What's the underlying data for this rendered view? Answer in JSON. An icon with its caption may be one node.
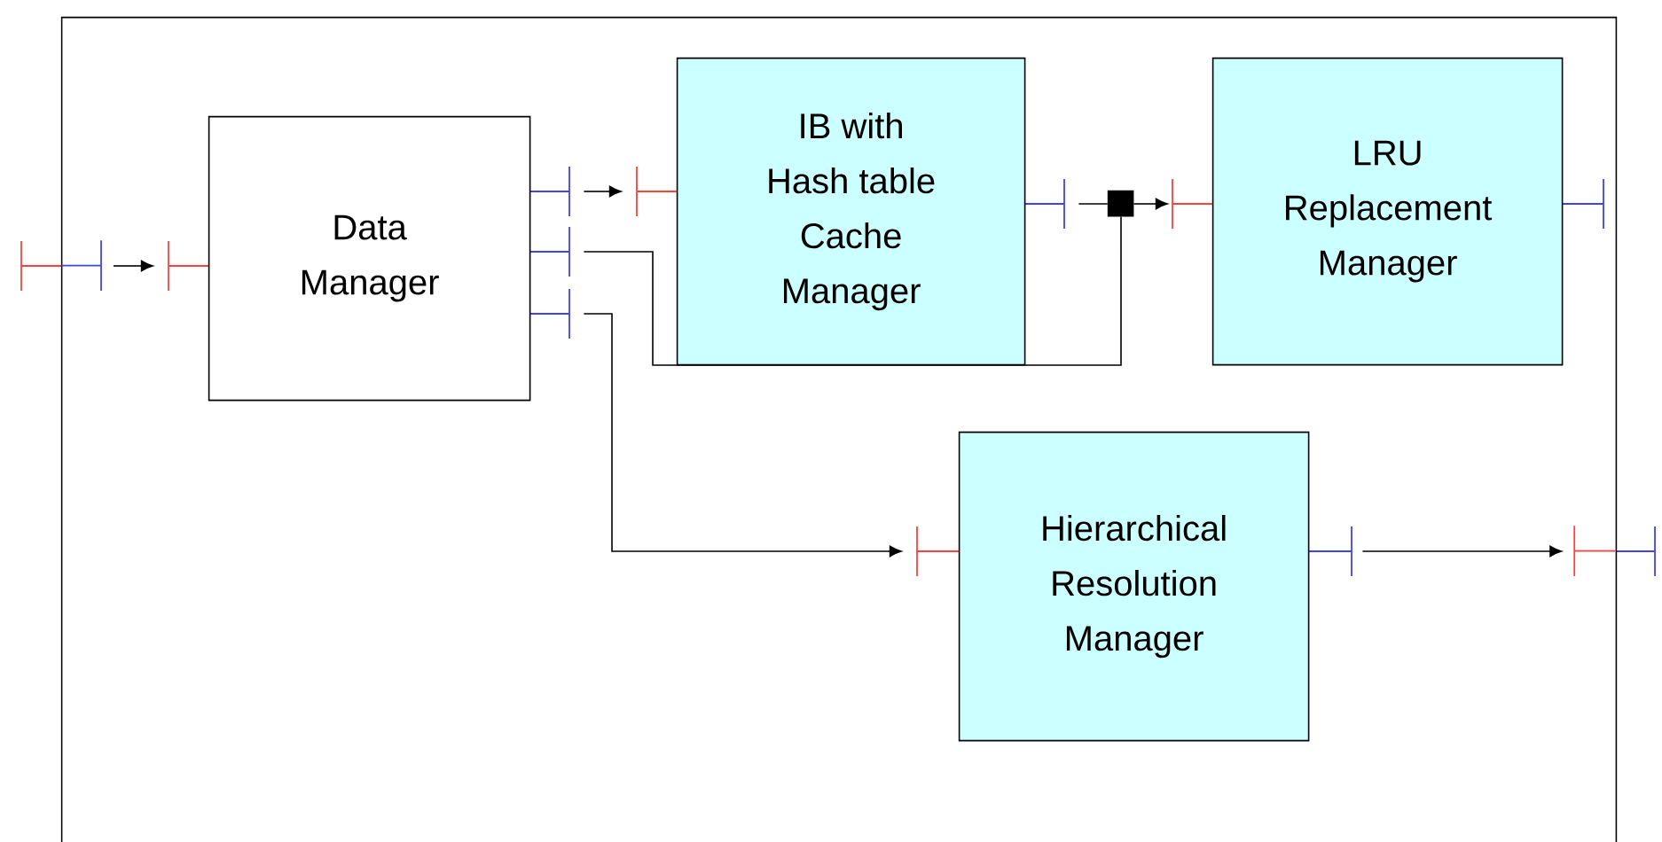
{
  "diagram": {
    "nodes": [
      {
        "text": [],
        "shape": "box"
      },
      {
        "text": [
          "Data Manager"
        ],
        "in": 0
      },
      {
        "text": [
          "IB with Hash table Cache Manager"
        ],
        "in": 0
      },
      {
        "text": [
          "LRU Replacement Manager"
        ],
        "in": 0
      },
      {
        "text": [],
        "shape": "box",
        "in": 0
      },
      {
        "text": [
          "Hierarchical Resolution Manager"
        ],
        "in": 0
      },
      {
        "text": [],
        "shape": "bar",
        "in": 0
      },
      {
        "text": [],
        "shape": "bar",
        "in": 0
      }
    ],
    "edges": [
      {
        "from": 6,
        "to": 1,
        "arrow": "to"
      },
      {
        "from": 1,
        "to": 2,
        "arrow": "to"
      },
      {
        "from": 1,
        "to": 4,
        "arrow": "none"
      },
      {
        "from": 2,
        "to": 4,
        "arrow": "none"
      },
      {
        "from": 4,
        "to": 3,
        "arrow": "to"
      },
      {
        "from": 1,
        "to": 5,
        "arrow": "to"
      },
      {
        "from": 5,
        "to": 7,
        "arrow": "to"
      }
    ]
  }
}
